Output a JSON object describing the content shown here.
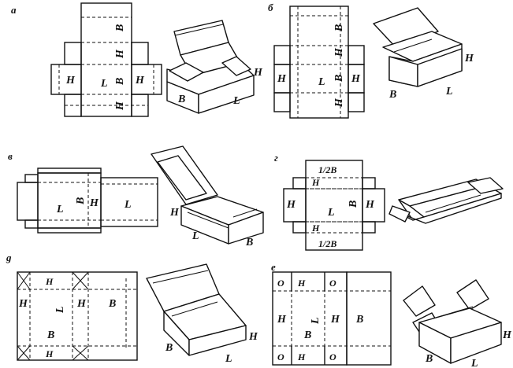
{
  "panels": {
    "a": {
      "label": "a",
      "H": "H",
      "L": "L",
      "B": "B"
    },
    "b": {
      "label": "б",
      "H": "H",
      "L": "L",
      "B": "B"
    },
    "v": {
      "label": "в",
      "H": "H",
      "L": "L",
      "B": "B"
    },
    "g": {
      "label": "г",
      "H": "H",
      "L": "L",
      "B": "B",
      "half_b": "1/2B"
    },
    "d": {
      "label": "g",
      "H": "H",
      "L": "L",
      "B": "B"
    },
    "e": {
      "label": "e",
      "H": "H",
      "L": "L",
      "B": "B",
      "O": "O"
    }
  }
}
